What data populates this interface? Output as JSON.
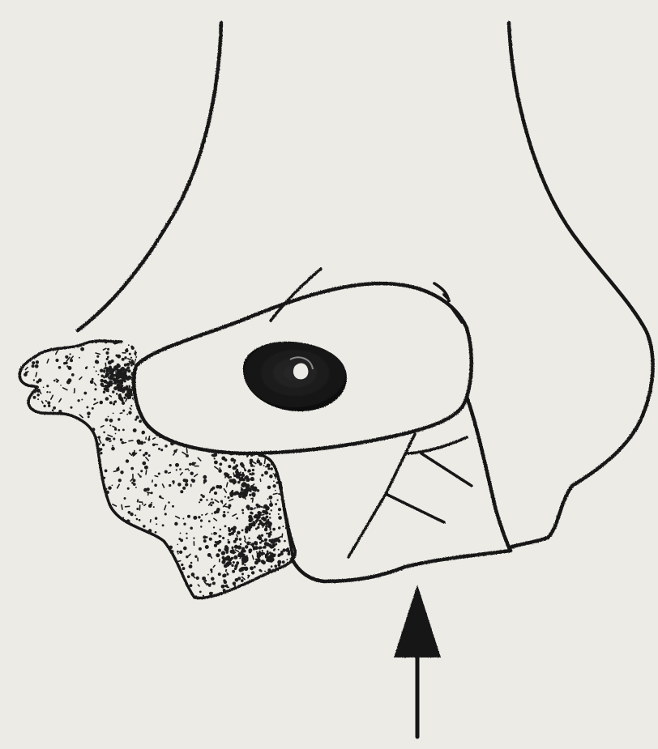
{
  "figure": {
    "paper_color": "#ecebe6",
    "ink_color": "#151515",
    "stipple_color": "#1c1c1c",
    "icons": [
      "bone-outline",
      "stippled-fragment",
      "dark-lesion",
      "up-arrow"
    ]
  }
}
